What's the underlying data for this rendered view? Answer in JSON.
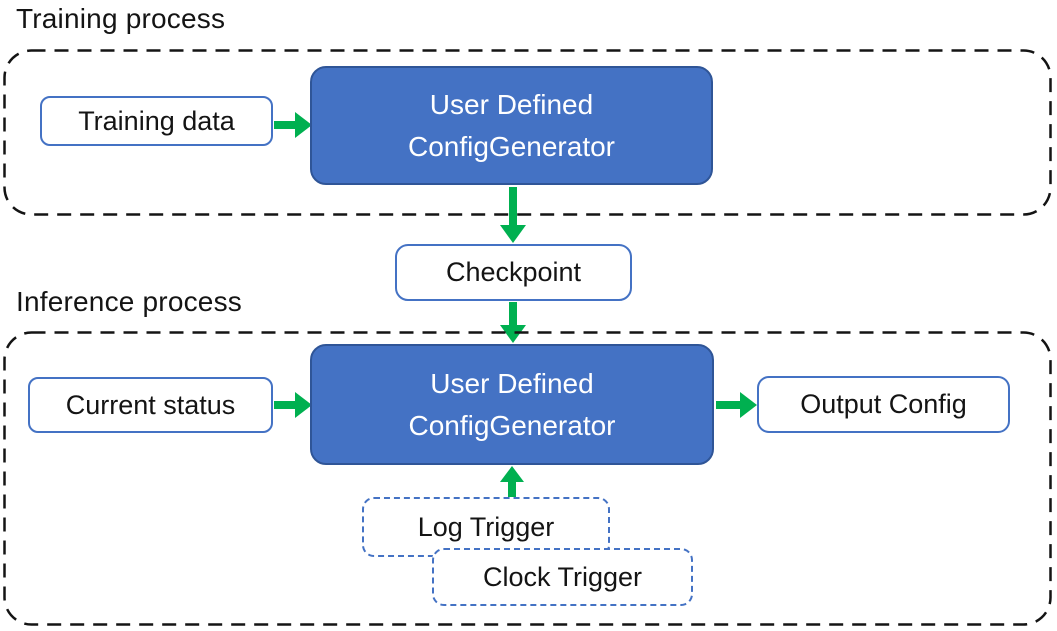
{
  "colors": {
    "generator_fill": "#4472C4",
    "generator_border": "#2F5597",
    "white_box_border": "#4472C4",
    "trigger_dash_border": "#4472C4",
    "arrow_green": "#00B050",
    "container_dash": "#141414",
    "text_dark": "#141414",
    "text_light": "#FFFFFF"
  },
  "training": {
    "section_label": "Training process",
    "input_label": "Training data",
    "generator": {
      "line1": "User Defined",
      "line2": "ConfigGenerator"
    }
  },
  "checkpoint": {
    "label": "Checkpoint"
  },
  "inference": {
    "section_label": "Inference process",
    "input_label": "Current status",
    "generator": {
      "line1": "User Defined",
      "line2": "ConfigGenerator"
    },
    "output_label": "Output Config",
    "log_trigger_label": "Log Trigger",
    "clock_trigger_label": "Clock Trigger"
  }
}
